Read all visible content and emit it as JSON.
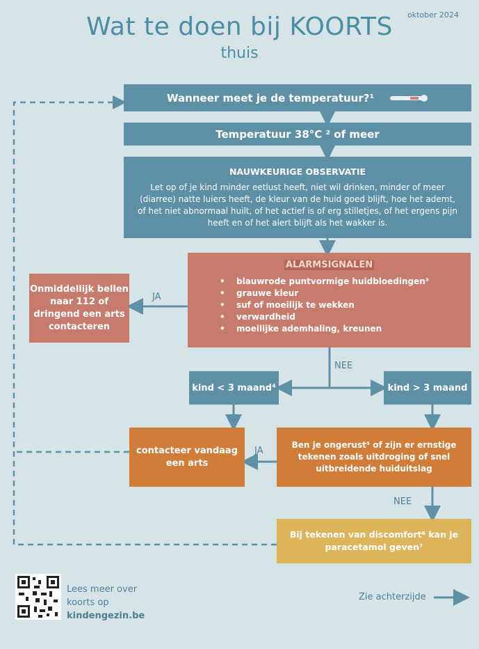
{
  "header": {
    "date": "oktober 2024",
    "title": "Wat te doen bij KOORTS",
    "subtitle": "thuis"
  },
  "boxes": {
    "measure": "Wanneer meet je de temperatuur?¹",
    "temperature": "Temperatuur 38°C ² of meer",
    "observation": {
      "heading": "NAUWKEURIGE OBSERVATIE",
      "text": "Let op of je kind minder eetlust heeft, niet wil drinken, minder of meer (diarree) natte luiers heeft, de kleur van de huid goed blijft, hoe het ademt, of het niet abnormaal huilt, of het actief is of erg stilletjes, of het ergens pijn heeft en of het alert blijft als het wakker is."
    },
    "alarm": {
      "heading": "ALARMSIGNALEN",
      "items": [
        "blauwrode puntvormige huidbloedingen³",
        "grauwe kleur",
        "suf of moeilijk te wekken",
        "verwardheid",
        "moeilijke ademhaling, kreunen"
      ]
    },
    "emergency": "Onmiddellijk bellen naar 112 of dringend een arts contacteren",
    "under3": "kind < 3 maand⁴",
    "over3": "kind > 3 maand",
    "contact": "contacteer vandaag een arts",
    "worried": "Ben je ongerust⁵ of zijn er ernstige tekenen zoals uitdroging of snel uitbreidende huiduitslag",
    "paracetamol": "Bij tekenen van discomfort⁶ kan je paracetamol geven⁷"
  },
  "labels": {
    "ja1": "JA",
    "nee1": "NEE",
    "ja2": "JA",
    "nee2": "NEE"
  },
  "footer": {
    "line1": "Lees meer over",
    "line2": "koorts op",
    "site": "kindengezin.be",
    "back": "Zie achterzijde"
  },
  "colors": {
    "blue": "#5d8fa5",
    "red": "#c77b6d",
    "orange": "#d07d3a",
    "yellow": "#ddb45a",
    "background": "#d6e4e7"
  }
}
